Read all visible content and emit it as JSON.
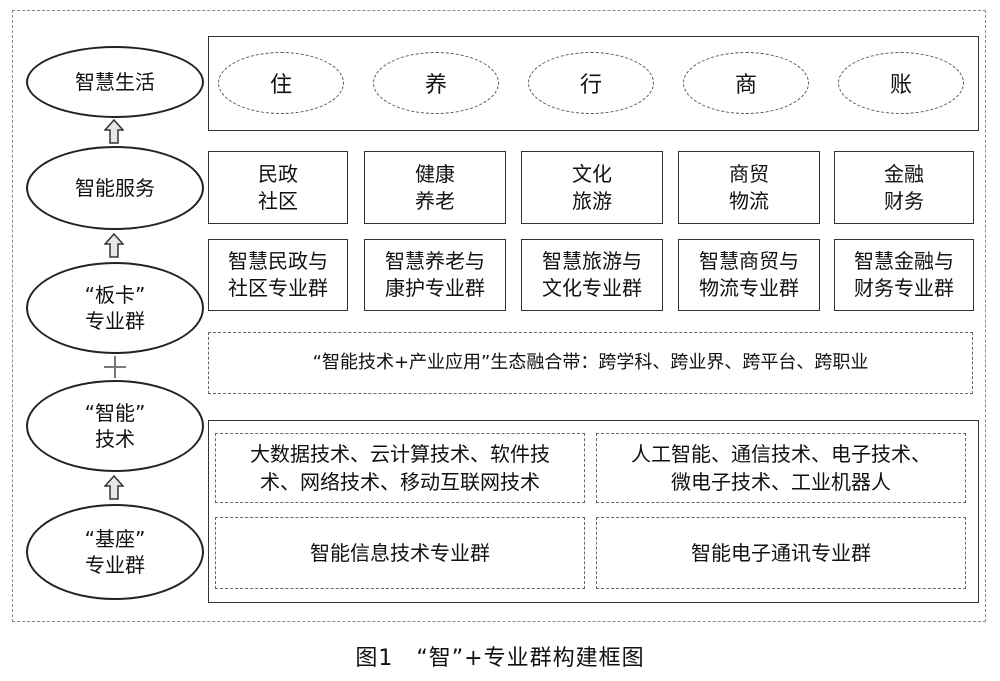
{
  "left_column": {
    "life": "智慧生活",
    "service": "智能服务",
    "board": "“板卡”\n专业群",
    "tech": "“智能”\n技术",
    "base": "“基座”\n专业群"
  },
  "life_items": [
    "住",
    "养",
    "行",
    "商",
    "账"
  ],
  "service_items": [
    "民政\n社区",
    "健康\n养老",
    "文化\n旅游",
    "商贸\n物流",
    "金融\n财务"
  ],
  "group_items": [
    "智慧民政与\n社区专业群",
    "智慧养老与\n康护专业群",
    "智慧旅游与\n文化专业群",
    "智慧商贸与\n物流专业群",
    "智慧金融与\n财务专业群"
  ],
  "eco_band": "“智能技术+产业应用”生态融合带：跨学科、跨业界、跨平台、跨职业",
  "tech_left": "大数据技术、云计算技术、软件技\n术、网络技术、移动互联网技术",
  "tech_right": "人工智能、通信技术、电子技术、\n微电子技术、工业机器人",
  "base_left": "智能信息技术专业群",
  "base_right": "智能电子通讯专业群",
  "caption": "图1　“智”+专业群构建框图"
}
